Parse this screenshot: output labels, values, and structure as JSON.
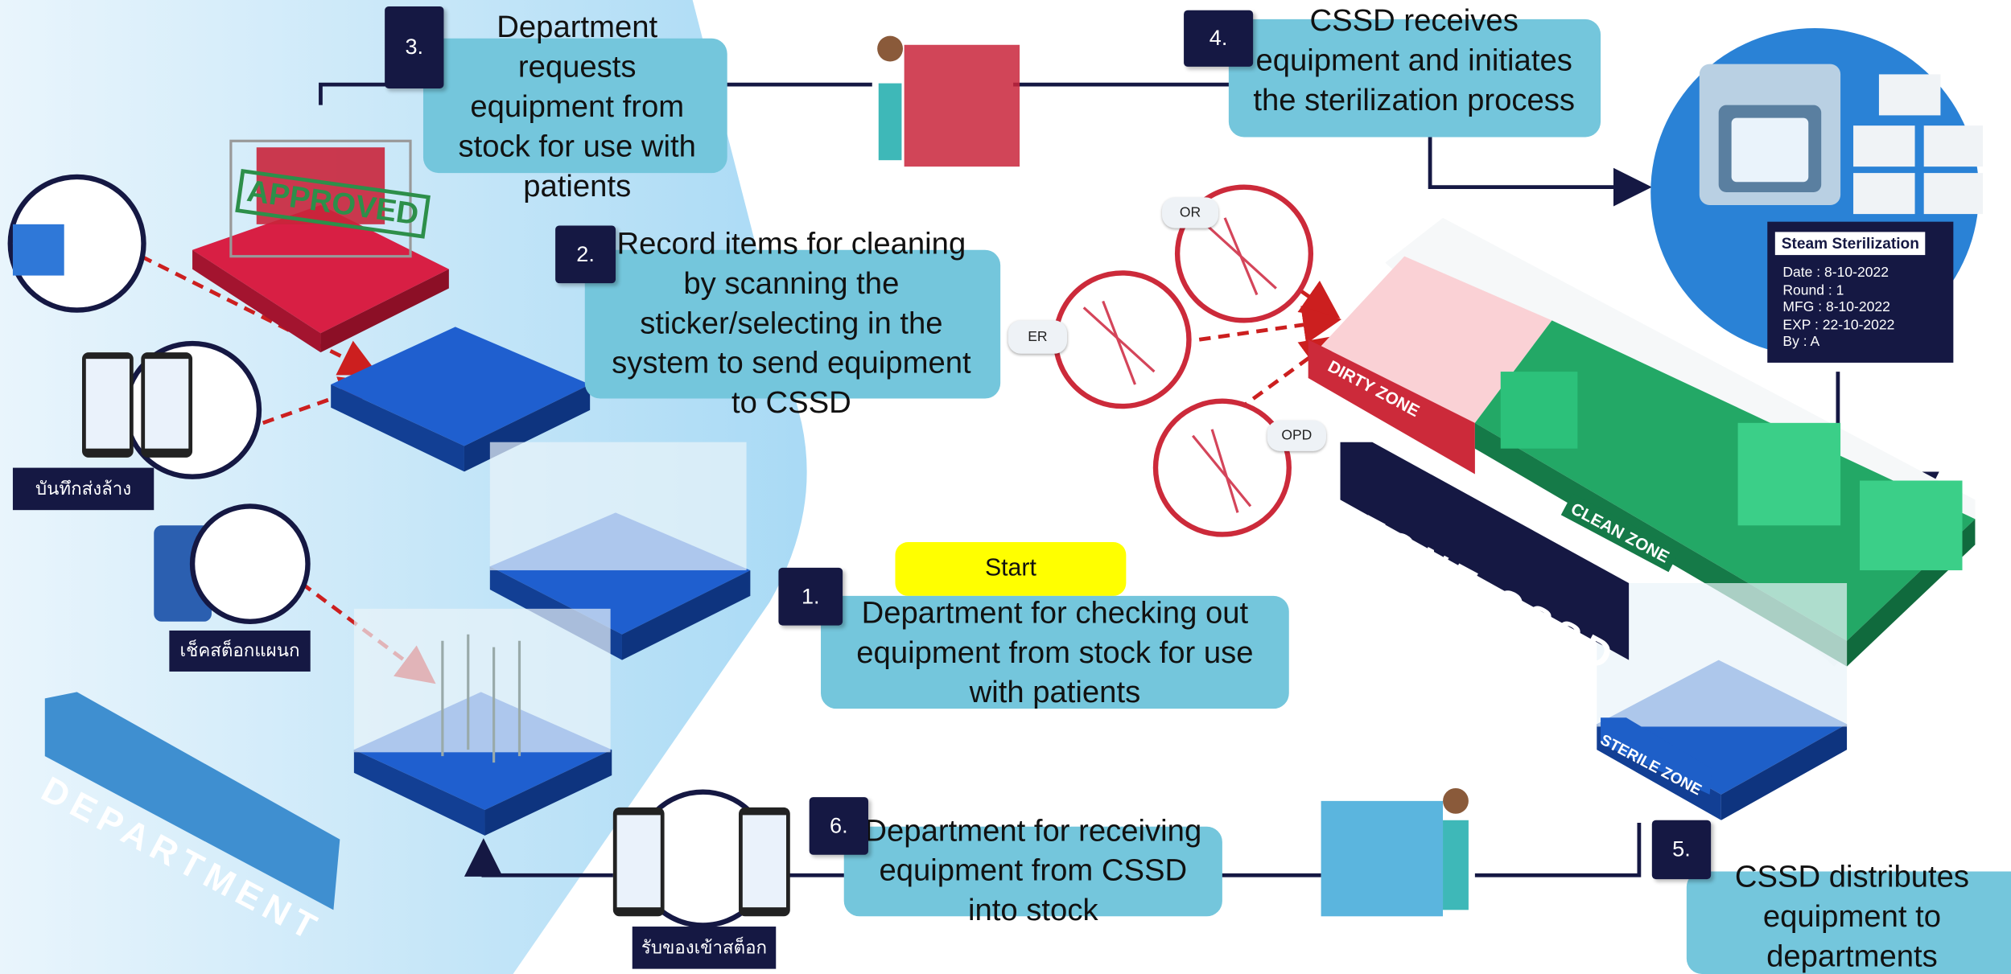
{
  "steps": [
    {
      "number": "1.",
      "text": "Department for checking out equipment from stock for use with patients"
    },
    {
      "number": "2.",
      "text": "Record items for cleaning by scanning the sticker/selecting in the system to send equipment to CSSD"
    },
    {
      "number": "3.",
      "text": "Department requests equipment from stock for use with patients"
    },
    {
      "number": "4.",
      "text": "CSSD receives equipment and initiates the sterilization process"
    },
    {
      "number": "5.",
      "text": "CSSD distributes equipment to departments"
    },
    {
      "number": "6.",
      "text": "Department for receiving equipment from CSSD into stock"
    }
  ],
  "start_label": "Start",
  "stamp": "APPROVED",
  "zones": {
    "department": "DEPARTMENT",
    "cssd": "ZONE CSSD",
    "dirty": "DIRTY ZONE",
    "clean": "CLEAN ZONE",
    "sterile": "STERILE ZONE"
  },
  "origins": [
    "OR",
    "ER",
    "OPD"
  ],
  "thai_labels": {
    "send_wash": "บันทึกส่งล้าง",
    "check_stock": "เช็คสต็อกแผนก",
    "receive_stock": "รับของเข้าสต็อก"
  },
  "sterilization_card": {
    "title": "Steam Sterilization",
    "lines": [
      "Date : 8-10-2022",
      "Round : 1",
      "MFG : 8-10-2022",
      "EXP : 22-10-2022",
      "By : A"
    ]
  },
  "colors": {
    "navy": "#151843",
    "box": "#74c6dc",
    "start": "#ffff00",
    "dirty": "#cc2a3a",
    "clean": "#22a865",
    "sterile": "#1e5fc8",
    "dept_bg": "#bfe3f7"
  }
}
